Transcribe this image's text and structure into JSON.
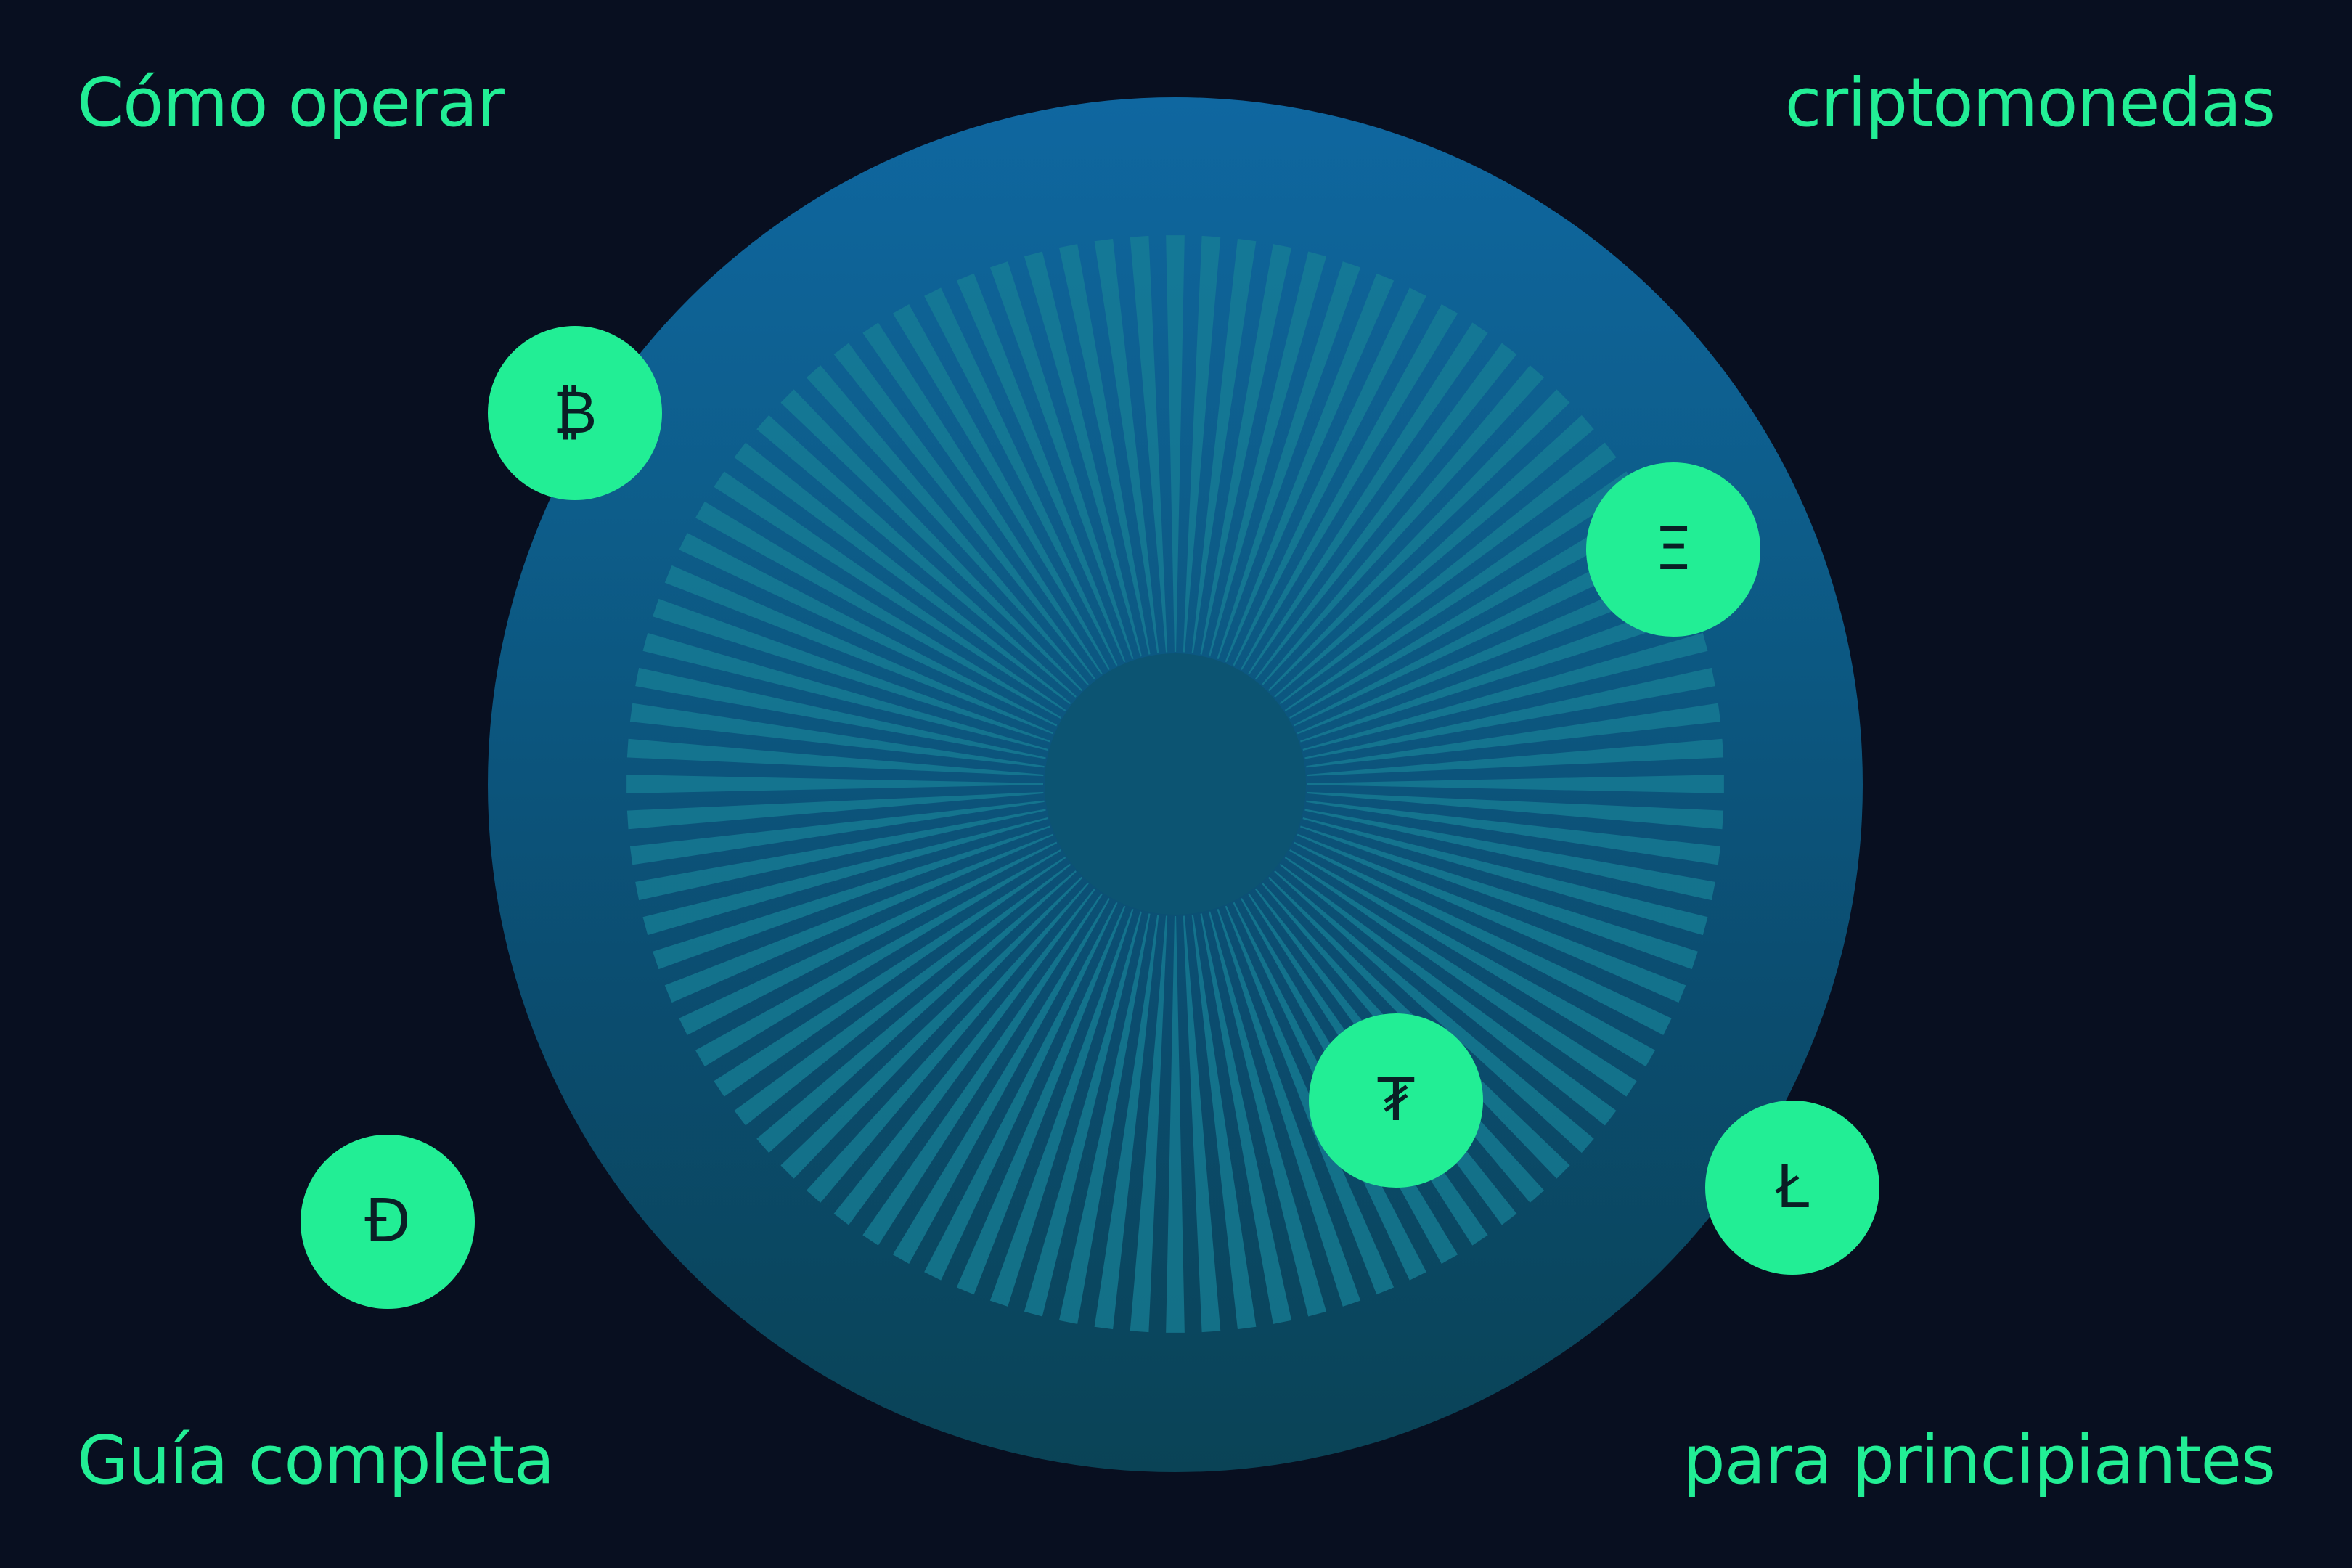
{
  "headline": {
    "top_left": "Cómo operar",
    "top_right": "criptomonedas",
    "bottom_left": "Guía completa",
    "bottom_right": "para principiantes"
  },
  "coins": [
    {
      "name": "bitcoin-icon",
      "symbol": "₿"
    },
    {
      "name": "ethereum-icon",
      "symbol": "Ξ"
    },
    {
      "name": "tether-icon",
      "symbol": "₮"
    },
    {
      "name": "litecoin-icon",
      "symbol": "Ł"
    },
    {
      "name": "dogecoin-icon",
      "symbol": "Đ"
    }
  ],
  "colors": {
    "background": "#080f20",
    "accent": "#22ee95",
    "circle_top": "#0f67a0",
    "circle_bottom": "#0a4356",
    "burst_rays": "#177f96"
  }
}
